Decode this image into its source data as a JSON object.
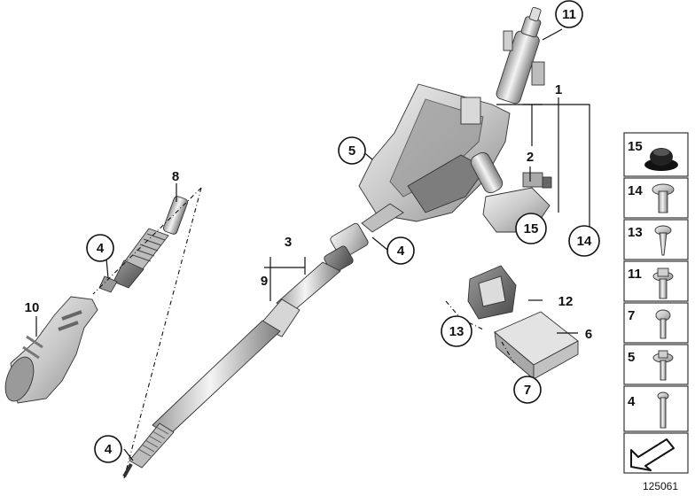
{
  "diagram": {
    "callouts": {
      "c11": "11",
      "c1": "1",
      "c5": "5",
      "c2": "2",
      "c8": "8",
      "c3": "3",
      "c4a": "4",
      "c4b": "4",
      "c4c": "4",
      "c9": "9",
      "c15": "15",
      "c14": "14",
      "c10": "10",
      "c12": "12",
      "c13": "13",
      "c6": "6",
      "c7": "7"
    },
    "legend": [
      {
        "number": "15",
        "part": "rubber-grommet"
      },
      {
        "number": "14",
        "part": "flange-screw"
      },
      {
        "number": "13",
        "part": "self-tapping-screw"
      },
      {
        "number": "11",
        "part": "hex-flange-bolt"
      },
      {
        "number": "7",
        "part": "torx-screw"
      },
      {
        "number": "5",
        "part": "collar-screw"
      },
      {
        "number": "4",
        "part": "long-bolt"
      }
    ],
    "direction_icon": "arrow-front-icon",
    "document_number": "125061",
    "colors": {
      "line": "#111111",
      "metal_light": "#e6e6e6",
      "metal_mid": "#b3b3b3",
      "metal_dark": "#6e6e6e"
    }
  }
}
